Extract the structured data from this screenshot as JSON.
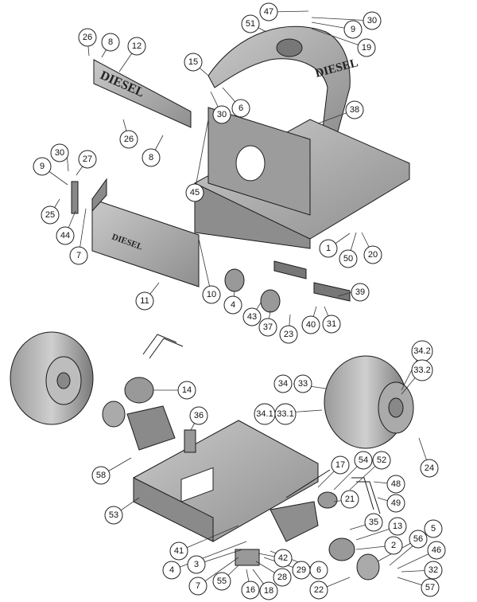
{
  "hood_text": "DIESEL",
  "grille_text": "DIESEL",
  "callouts": [
    "26",
    "8",
    "12",
    "15",
    "47",
    "51",
    "30",
    "9",
    "19",
    "6",
    "38",
    "30",
    "26",
    "8",
    "30",
    "27",
    "9",
    "25",
    "44",
    "7",
    "45",
    "11",
    "10",
    "4",
    "43",
    "37",
    "23",
    "40",
    "31",
    "39",
    "1",
    "50",
    "20",
    "14",
    "36",
    "58",
    "53",
    "34.2",
    "33.2",
    "34",
    "33",
    "34.1",
    "33.1",
    "24",
    "17",
    "54",
    "52",
    "48",
    "49",
    "21",
    "35",
    "13",
    "2",
    "56",
    "5",
    "46",
    "32",
    "57",
    "41",
    "4",
    "3",
    "7",
    "55",
    "42",
    "28",
    "29",
    "6",
    "16",
    "18",
    "22"
  ]
}
